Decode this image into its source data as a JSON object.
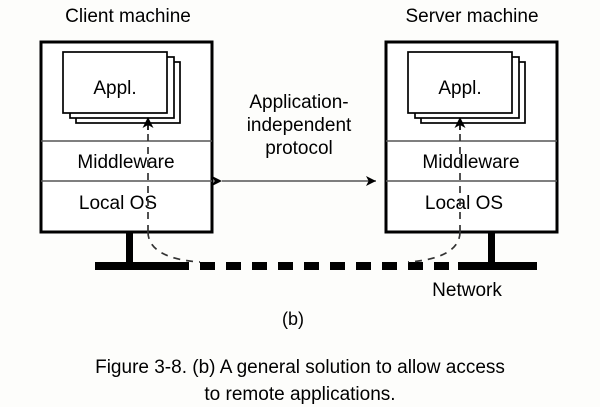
{
  "figure": {
    "background_color": "#fdfdfb",
    "stroke_color": "#000000",
    "caption_line1": "Figure 3-8. (b) A general solution to allow access",
    "caption_line2": "to remote applications.",
    "subfigure_label": "(b)"
  },
  "client": {
    "title": "Client machine",
    "app_label": "Appl.",
    "middleware_label": "Middleware",
    "os_label": "Local OS"
  },
  "server": {
    "title": "Server machine",
    "app_label": "Appl.",
    "middleware_label": "Middleware",
    "os_label": "Local OS"
  },
  "protocol": {
    "line1": "Application-",
    "line2": "independent",
    "line3": "protocol"
  },
  "network": {
    "label": "Network"
  },
  "icons": {
    "left_arrow": "left-arrow-icon",
    "right_arrow": "right-arrow-icon",
    "up_arrow": "up-arrow-icon"
  }
}
